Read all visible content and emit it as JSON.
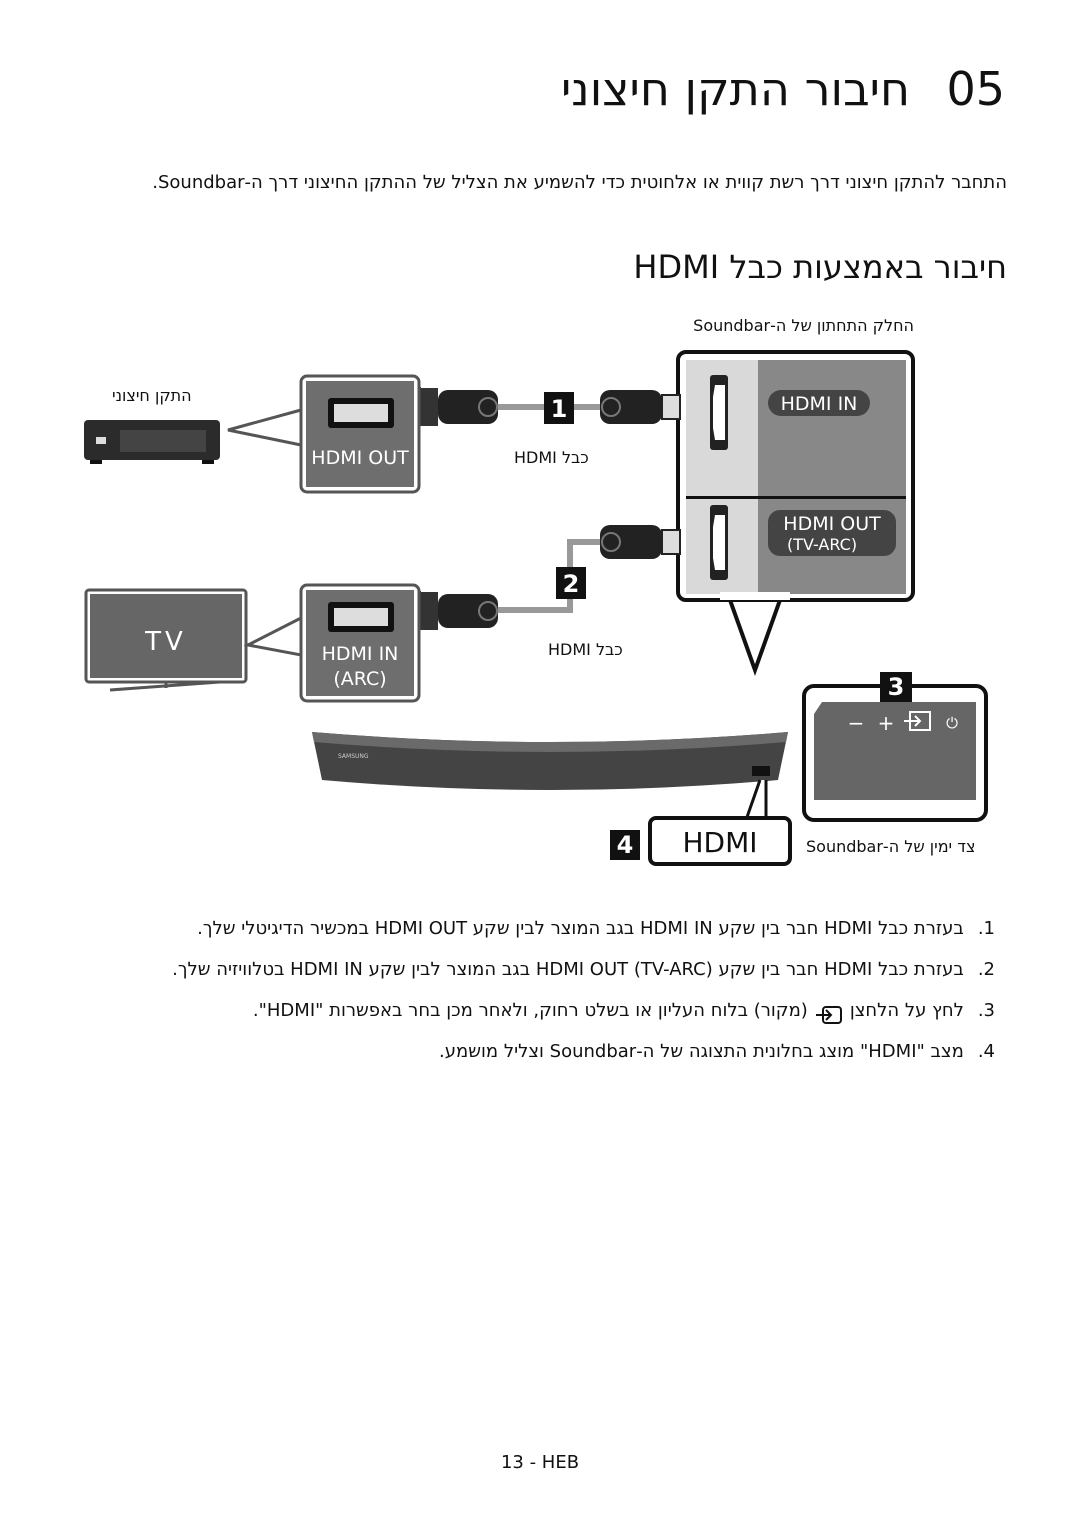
{
  "header": {
    "chapter_number": "05",
    "chapter_title": "חיבור התקן חיצוני"
  },
  "intro_text": "התחבר להתקן חיצוני דרך רשת קווית או אלחוטית כדי להשמיע את הצליל של ההתקן החיצוני דרך ה-Soundbar.",
  "section_title": "חיבור באמצעות כבל HDMI",
  "diagram": {
    "panel_label": "החלק התחתון של ה-Soundbar",
    "external_device_label": "התקן חיצוני",
    "cable_label_1": "כבל HDMI",
    "cable_label_2": "כבל HDMI",
    "port_hdmi_in": "HDMI IN",
    "port_hdmi_out": "HDMI OUT",
    "port_tv_arc": "(TV-ARC)",
    "ext_port_out": "HDMI OUT",
    "tv_port_in": "HDMI IN",
    "tv_port_arc": "(ARC)",
    "tv_label": "TV",
    "callout_1": "1",
    "callout_2": "2",
    "callout_3": "3",
    "callout_4": "4",
    "display_text": "HDMI",
    "side_label": "צד ימין של ה-Soundbar",
    "brand_mark": "SAMSUNG",
    "btn_minus": "−",
    "btn_plus": "+",
    "btn_power": "⏻"
  },
  "steps": [
    {
      "num": "1.",
      "text": "בעזרת כבל HDMI חבר בין שקע HDMI IN בגב המוצר לבין שקע HDMI OUT במכשיר הדיגיטלי שלך."
    },
    {
      "num": "2.",
      "text": "בעזרת כבל HDMI חבר בין שקע HDMI OUT (TV-ARC) בגב המוצר לבין שקע HDMI IN בטלוויזיה שלך."
    },
    {
      "num": "3.",
      "text_before": "לחץ על הלחצן",
      "text_after": "(מקור) בלוח העליון או בשלט רחוק, ולאחר מכן בחר באפשרות \"HDMI\"."
    },
    {
      "num": "4.",
      "text": "מצב \"HDMI\" מוצג בחלונית התצוגה של ה-Soundbar וצליל מושמע."
    }
  ],
  "footer": "13 - HEB"
}
